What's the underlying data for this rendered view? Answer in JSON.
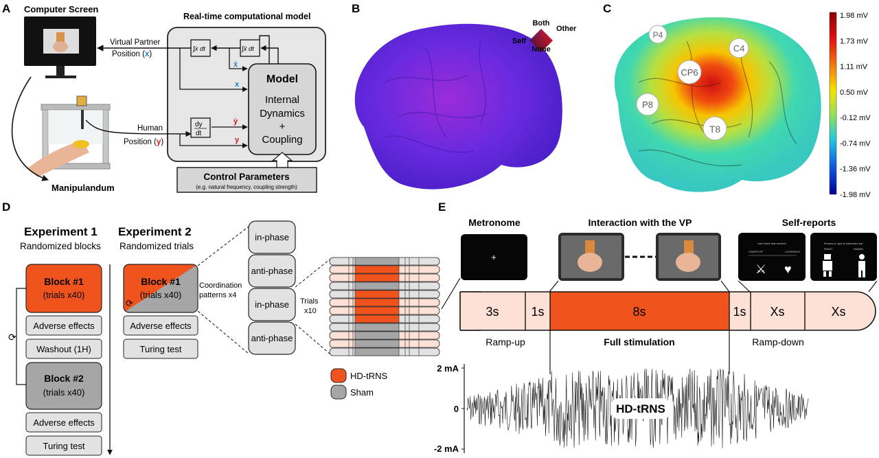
{
  "panel_letters": [
    "A",
    "B",
    "C",
    "D",
    "E"
  ],
  "panel_a": {
    "computer_screen_label": "Computer Screen",
    "model_title": "Real-time computational model",
    "virtual_partner_label_1": "Virtual Partner",
    "virtual_partner_label_2": "Position (",
    "virtual_partner_var": "x",
    "close_paren": ")",
    "integral_x_dot": "∫ẋ dt",
    "integral_x_ddot": "∫ẍ dt",
    "x_dot": "ẋ",
    "x": "x",
    "human_label_1": "Human",
    "human_label_2": "Position (",
    "human_var": "y",
    "derivative_top": "dy",
    "derivative_bottom": "dt",
    "y_dot": "ẏ",
    "y": "y",
    "model_box_title": "Model",
    "model_box_lines": [
      "Internal",
      "Dynamics",
      "+",
      "Coupling"
    ],
    "control_title": "Control Parameters",
    "control_subtitle": "(e.g. natural frequency, coupling strength)",
    "manipulandum_label": "Manipulandum"
  },
  "panel_b": {
    "legend_top": "Both",
    "legend_left": "Self",
    "legend_right": "Other",
    "legend_bottom": "None"
  },
  "panel_c": {
    "electrodes": [
      "P4",
      "C4",
      "CP6",
      "P8",
      "T8"
    ],
    "colorbar_ticks": [
      "1.98 mV",
      "1.73 mV",
      "1.11 mV",
      "0.50 mV",
      "-0.12 mV",
      "-0.74 mV",
      "-1.36 mV",
      "-1.98 mV"
    ]
  },
  "panel_d": {
    "exp1_title": "Experiment 1",
    "exp1_subtitle": "Randomized blocks",
    "exp2_title": "Experiment 2",
    "exp2_subtitle": "Randomized trials",
    "block1": "Block #1",
    "block1_trials": "(trials x40)",
    "block2": "Block #2",
    "block2_trials": "(trials x40)",
    "adverse_effects": "Adverse effects",
    "washout": "Washout (1H)",
    "turing_test": "Turing test",
    "coordination_label_1": "Coordination",
    "coordination_label_2": "patterns x4",
    "patterns": [
      "in-phase",
      "anti-phase",
      "in-phase",
      "anti-phase"
    ],
    "trials_label_1": "Trials",
    "trials_label_2": "x10",
    "legend_hd": "HD-tRNS",
    "legend_sham": "Sham",
    "colors": {
      "hd": "#f0541e",
      "sham": "#a6a6a6",
      "light": "#fde0d6",
      "grey_light": "#e2e2e2"
    }
  },
  "panel_e": {
    "metronome_label": "Metronome",
    "interaction_label": "Interaction with the VP",
    "selfreport_label": "Self-reports",
    "metronome_symbol": "+",
    "timeline": [
      "3s",
      "1s",
      "8s",
      "1s",
      "Xs",
      "Xs"
    ],
    "ramp_up": "Ramp-up",
    "full_stim": "Full stimulation",
    "ramp_down": "Ramp-down",
    "y_ticks": [
      "2 mA",
      "0",
      "-2 mA"
    ],
    "signal_label": "HD-tRNS",
    "selfreport_screen_1_text_1": "votre facte etat emotion",
    "selfreport_screen_1_left": "COMPETITIF",
    "selfreport_screen_1_right": "COOPERATIF",
    "selfreport_screen_2_text_1": "Pensez-vu que le partenaire est",
    "selfreport_screen_2_left": "ROBOT",
    "selfreport_screen_2_right": "HUMAIN"
  }
}
